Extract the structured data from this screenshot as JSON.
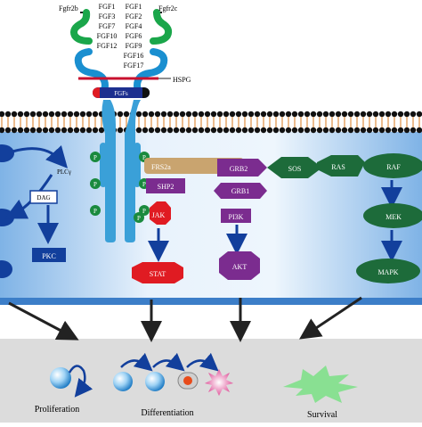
{
  "receptors": {
    "left": "Fgfr2b",
    "right": "Fgfr2c"
  },
  "ligands": {
    "left": [
      "FGF1",
      "FGF3",
      "FGF7",
      "FGF10",
      "FGF12"
    ],
    "right": [
      "FGF1",
      "FGF2",
      "FGF4",
      "FGF6",
      "FGF9",
      "FGF16",
      "FGF17"
    ]
  },
  "hspg": "HSPG",
  "fgfs_label": "FGFs",
  "phospho": "P",
  "nodes": {
    "plcy": "PLCγ",
    "dag": "DAG",
    "pkc": "PKC",
    "frs2a": "FRS2a",
    "shp2": "SHP2",
    "grb2": "GRB2",
    "sos": "SOS",
    "ras": "RAS",
    "raf": "RAF",
    "grb1": "GRB1",
    "mek": "MEK",
    "pi3k": "PI3K",
    "jak": "JAK",
    "stat": "STAT",
    "akt": "AKT",
    "mapk": "MAPK"
  },
  "outcomes": {
    "proliferation": "Proliferation",
    "differentiation": "Differentiation",
    "survival": "Survival"
  },
  "colors": {
    "green_node": "#1d6b3a",
    "purple_node": "#7b2c8f",
    "red_node": "#e01b22",
    "blue_node": "#123f9c",
    "tan_node": "#c9a46f",
    "receptor_blue": "#3aa0d8",
    "cytoplasm": "#bcd8f2",
    "membrane_line": "#d97a1c"
  }
}
